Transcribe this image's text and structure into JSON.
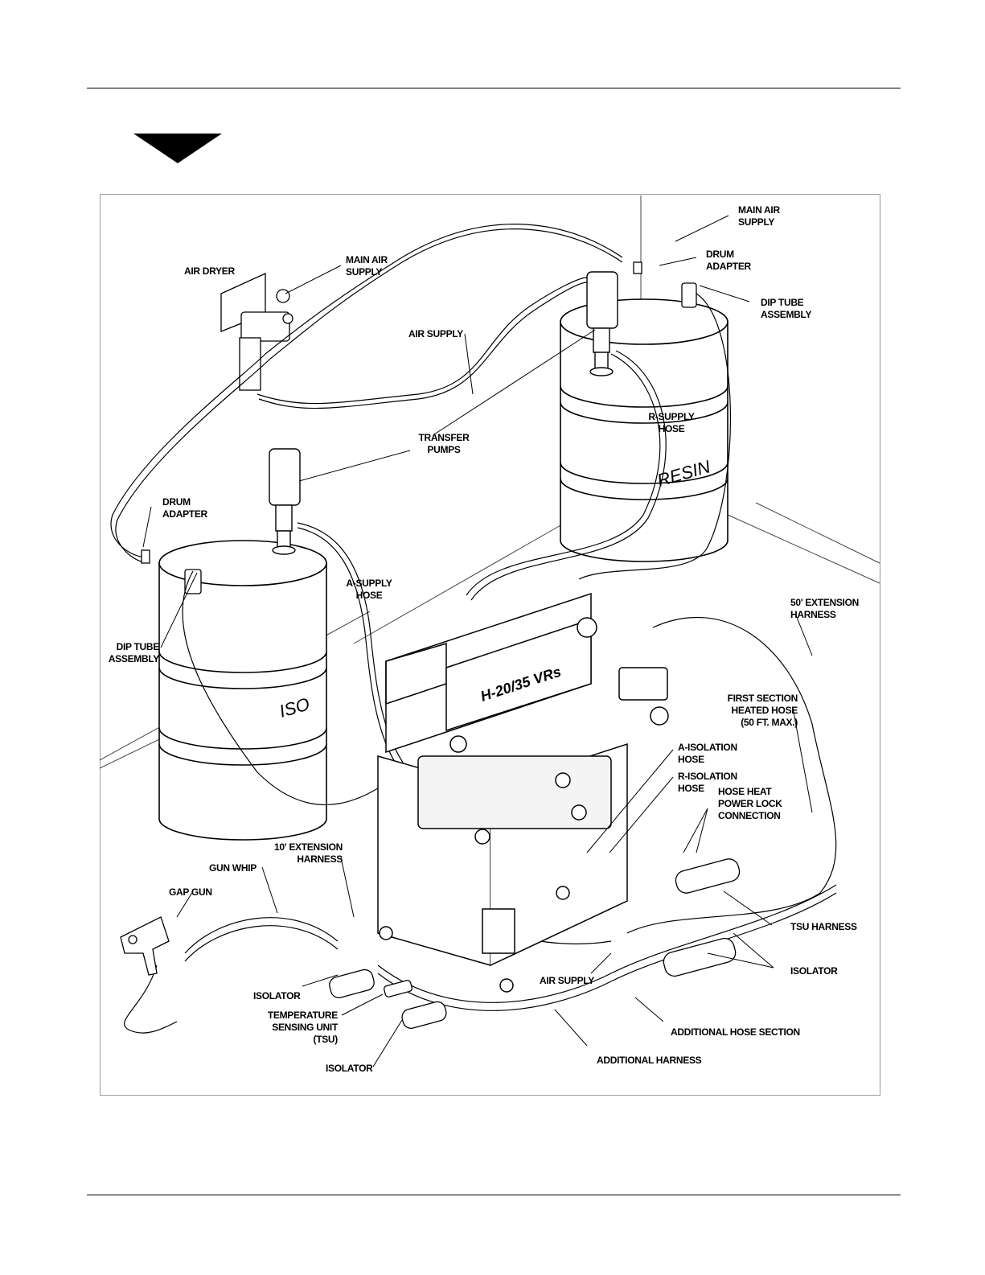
{
  "diagram": {
    "callouts": {
      "main_air_supply_top": [
        "MAIN AIR",
        "SUPPLY"
      ],
      "drum_adapter_right": [
        "DRUM",
        "ADAPTER"
      ],
      "dip_tube_assembly_right": [
        "DIP TUBE",
        "ASSEMBLY"
      ],
      "air_dryer": [
        "AIR DRYER"
      ],
      "main_air_supply_dryer": [
        "MAIN AIR",
        "SUPPLY"
      ],
      "air_supply_upper": [
        "AIR SUPPLY"
      ],
      "r_supply_hose": [
        "R-SUPPLY",
        "HOSE"
      ],
      "transfer_pumps": [
        "TRANSFER",
        "PUMPS"
      ],
      "drum_adapter_left": [
        "DRUM",
        "ADAPTER"
      ],
      "a_supply_hose": [
        "A-SUPPLY",
        "HOSE"
      ],
      "dip_tube_assembly_left": [
        "DIP TUBE",
        "ASSEMBLY"
      ],
      "extension_harness_50": [
        "50' EXTENSION",
        "HARNESS"
      ],
      "first_section_heated_hose": [
        "FIRST SECTION",
        "HEATED HOSE",
        "(50 FT. MAX.)"
      ],
      "a_isolation_hose": [
        "A-ISOLATION",
        "HOSE"
      ],
      "r_isolation_hose": [
        "R-ISOLATION",
        "HOSE"
      ],
      "hose_heat_power_lock": [
        "HOSE HEAT",
        "POWER LOCK",
        "CONNECTION"
      ],
      "extension_harness_10": [
        "10' EXTENSION",
        "HARNESS"
      ],
      "gun_whip": [
        "GUN WHIP"
      ],
      "gap_gun": [
        "GAP GUN"
      ],
      "tsu_harness": [
        "TSU HARNESS"
      ],
      "isolator_right": [
        "ISOLATOR"
      ],
      "air_supply_lower": [
        "AIR SUPPLY"
      ],
      "isolator_left": [
        "ISOLATOR"
      ],
      "temperature_sensing_unit": [
        "TEMPERATURE",
        "SENSING UNIT",
        "(TSU)"
      ],
      "additional_hose_section": [
        "ADDITIONAL HOSE SECTION"
      ],
      "additional_harness": [
        "ADDITIONAL HARNESS"
      ],
      "isolator_bottom": [
        "ISOLATOR"
      ]
    },
    "drum_labels": {
      "iso": "ISO",
      "resin": "RESIN"
    },
    "proportioner_model": "H-20/35 VRs"
  }
}
